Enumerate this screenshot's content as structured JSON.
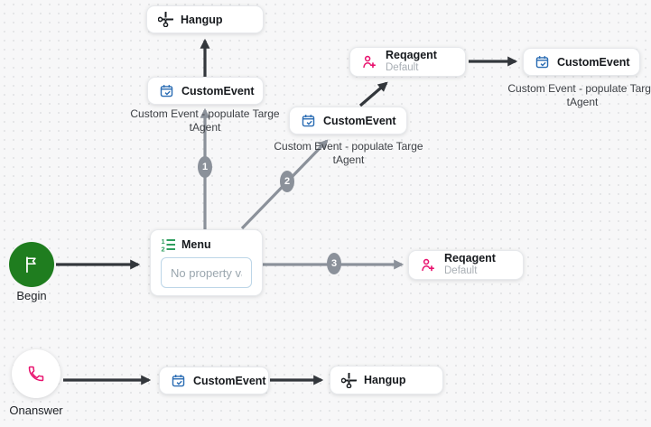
{
  "colors": {
    "canvas-bg": "#f7f7f8",
    "dot": "#e3e4e6",
    "edge-gray": "#8b919a",
    "edge-dark": "#33373c",
    "badge-bg": "#8b919a",
    "begin-green": "#1f7d1f",
    "accent-pink": "#e8126e",
    "accent-blue": "#2a6cb3",
    "menu-green": "#2f9e5f",
    "icon-dark": "#1a1d21"
  },
  "flow": {
    "begin": {
      "label": "Begin"
    },
    "onanswer": {
      "label": "Onanswer"
    },
    "menu": {
      "title": "Menu",
      "input_placeholder": "No property value"
    },
    "hangup_top": {
      "title": "Hangup"
    },
    "custom_event_left": {
      "title": "CustomEvent",
      "caption_line1": "Custom Event - populate Targe",
      "caption_line2": "tAgent"
    },
    "custom_event_mid": {
      "title": "CustomEvent",
      "caption_line1": "Custom Event - populate Targe",
      "caption_line2": "tAgent"
    },
    "reqagent_top": {
      "title": "Reqagent",
      "subtitle": "Default"
    },
    "custom_event_right": {
      "title": "CustomEvent",
      "caption_line1": "Custom Event - populate Targe",
      "caption_line2": "tAgent"
    },
    "reqagent_right": {
      "title": "Reqagent",
      "subtitle": "Default"
    },
    "custom_event_bottom": {
      "title": "CustomEvent"
    },
    "hangup_bottom": {
      "title": "Hangup"
    },
    "badges": {
      "b1": "1",
      "b2": "2",
      "b3": "3"
    }
  }
}
